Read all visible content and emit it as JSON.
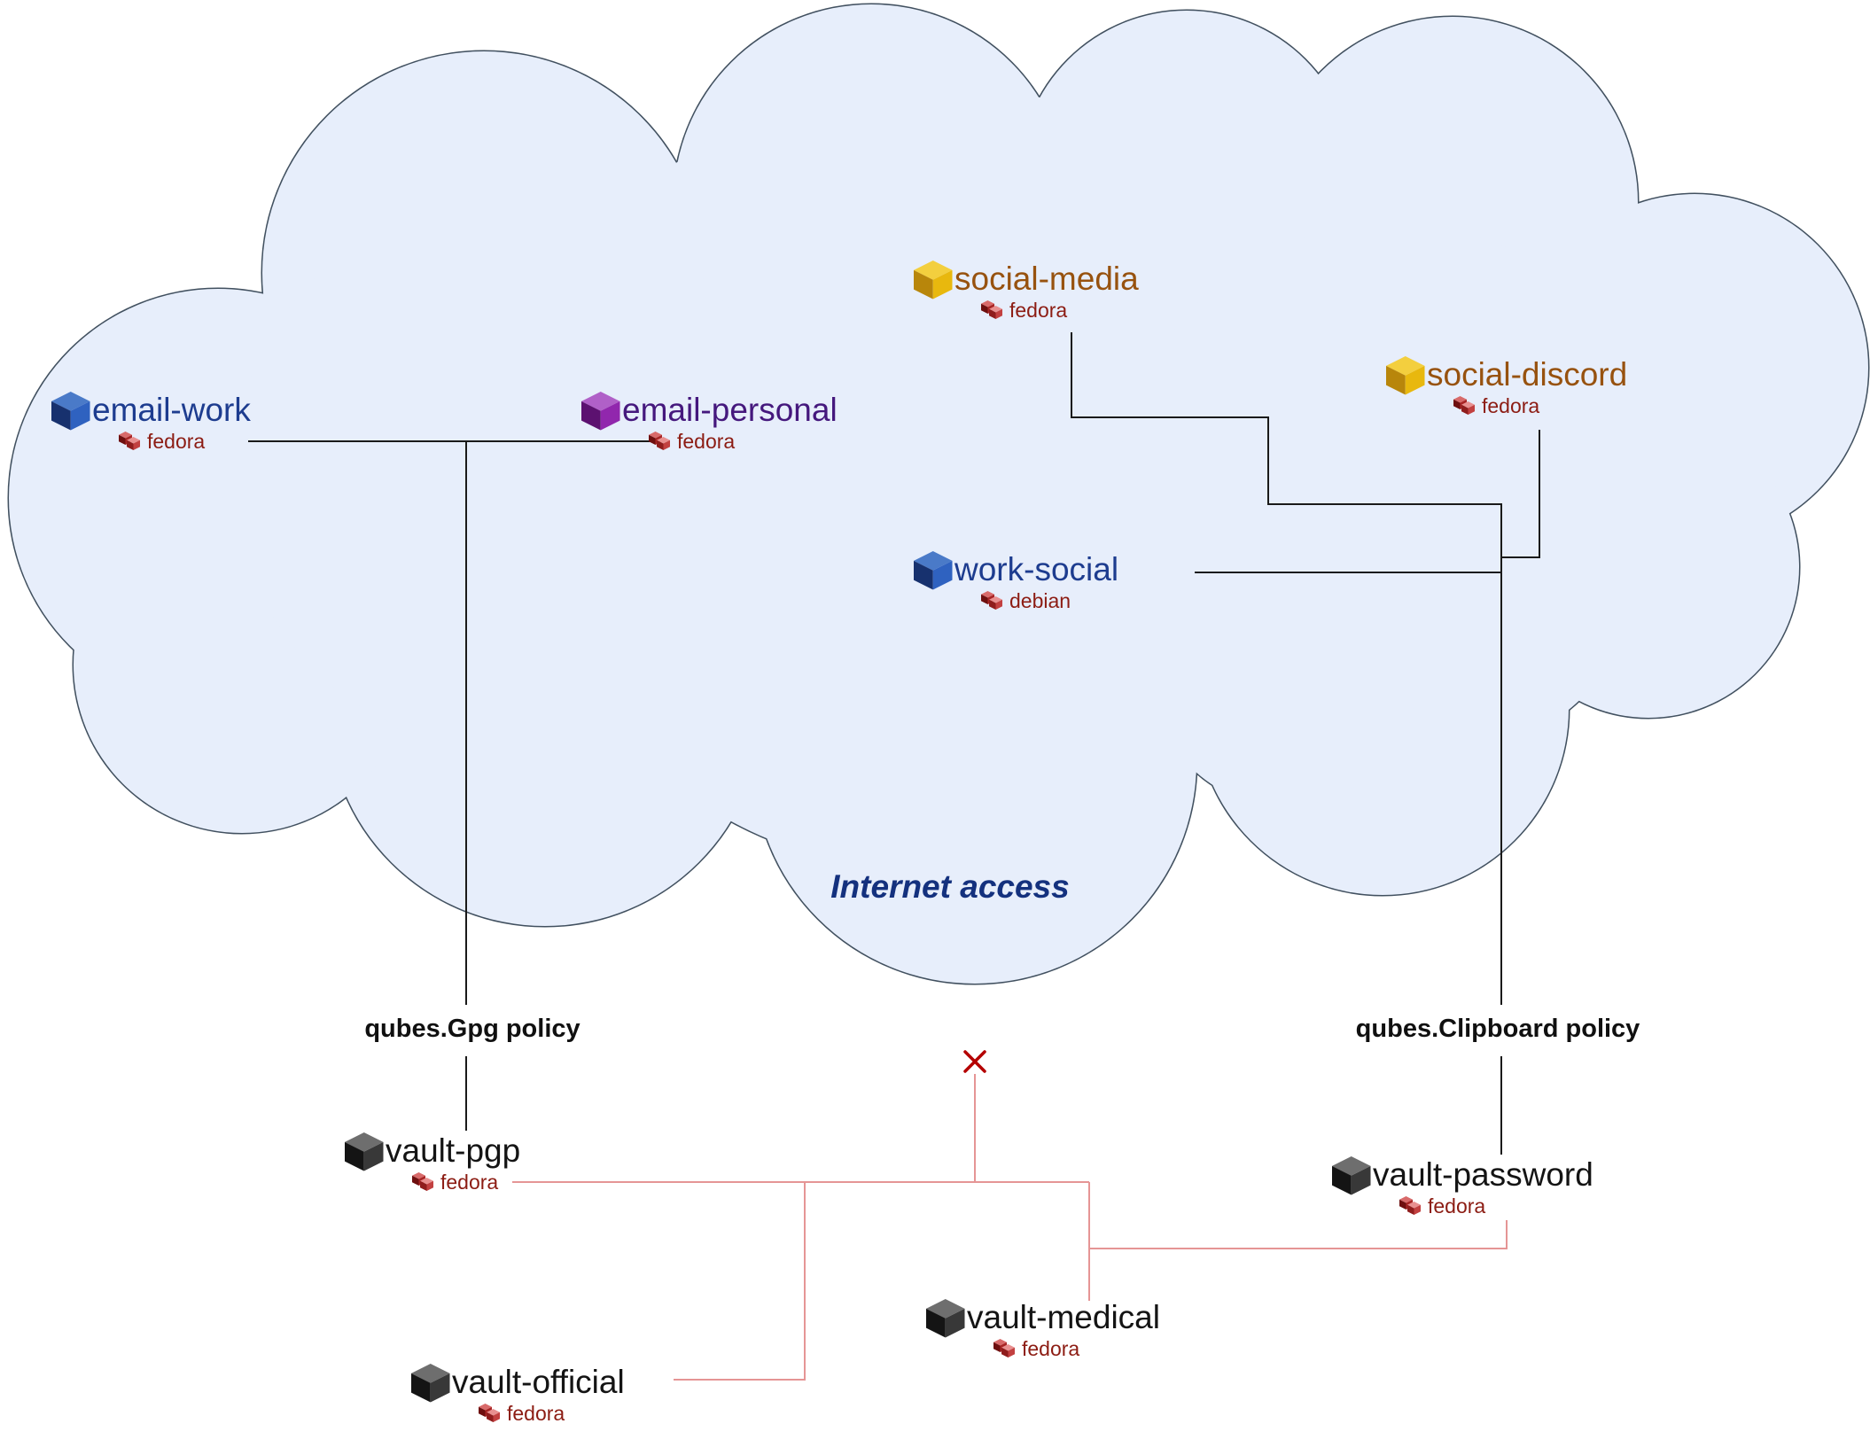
{
  "cloud": {
    "label": "Internet access",
    "fill": "#e7eefb",
    "outline": "#41505f"
  },
  "policies": {
    "gpg": {
      "label": "qubes.Gpg policy"
    },
    "clipboard": {
      "label": "qubes.Clipboard policy"
    }
  },
  "qubes": [
    {
      "name": "email-work",
      "template": "fedora",
      "cube_color": "#2f62c0",
      "label_color": "#1d3c8f"
    },
    {
      "name": "email-personal",
      "template": "fedora",
      "cube_color": "#9127ad",
      "label_color": "#45187d"
    },
    {
      "name": "social-media",
      "template": "fedora",
      "cube_color": "#e8b80e",
      "label_color": "#97520f"
    },
    {
      "name": "social-discord",
      "template": "fedora",
      "cube_color": "#e8b80e",
      "label_color": "#97520f"
    },
    {
      "name": "work-social",
      "template": "debian",
      "cube_color": "#2f62c0",
      "label_color": "#1d3c8f"
    },
    {
      "name": "vault-pgp",
      "template": "fedora",
      "cube_color": "#383838",
      "label_color": "#141414"
    },
    {
      "name": "vault-password",
      "template": "fedora",
      "cube_color": "#383838",
      "label_color": "#141414"
    },
    {
      "name": "vault-medical",
      "template": "fedora",
      "cube_color": "#383838",
      "label_color": "#141414"
    },
    {
      "name": "vault-official",
      "template": "fedora",
      "cube_color": "#383838",
      "label_color": "#141414"
    }
  ],
  "icons": {
    "qube_icon": "isometric-cube",
    "template_icon": "red-template-mini-cubes",
    "blocked_icon": "red-x"
  },
  "line_colors": {
    "network_link": "#1a1a1a",
    "policy_link": "#e59595",
    "blocked_x": "#b40000",
    "distro_text": "#8c1c13"
  }
}
